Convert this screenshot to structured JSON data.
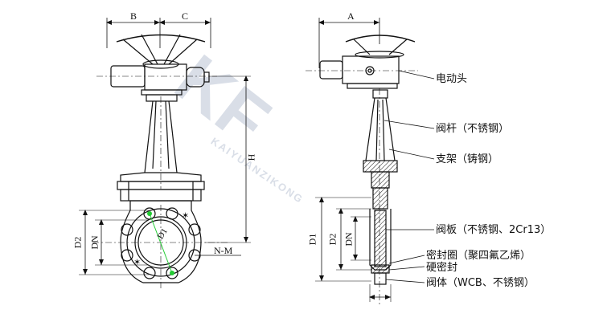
{
  "watermark": {
    "logo_letters": "KF",
    "brand_text": "KAIYUANZIKONG"
  },
  "front_view": {
    "dim_b": "B",
    "dim_c": "C",
    "dim_h": "H",
    "dim_d2": "D2",
    "dim_dn": "DN",
    "dim_d1": "D1",
    "dim_nm": "N-M"
  },
  "side_view": {
    "dim_a": "A",
    "dim_d1": "D1",
    "dim_d2": "D2",
    "dim_dn": "DN"
  },
  "callouts": [
    "电动头",
    "阀杆（不锈钢）",
    "支架（铸钢）",
    "阀板（不锈钢、2Cr13）",
    "密封圈（聚四氟乙烯）",
    "硬密封",
    "阀体（WCB、不锈钢）"
  ],
  "colors": {
    "line": "#111111",
    "accent_green": "#22cc33",
    "watermark": "#8899bb"
  }
}
